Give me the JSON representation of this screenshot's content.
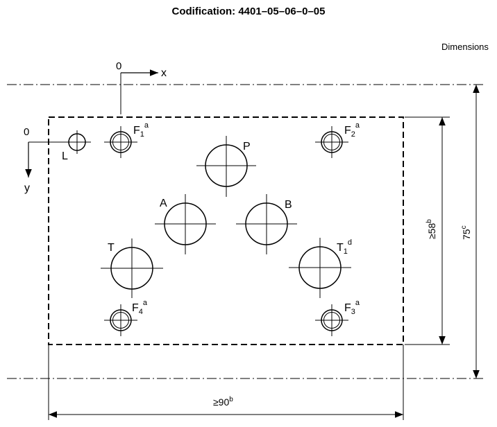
{
  "title": "Codification: 4401–05–06–0–05",
  "dimensions_label": "Dimensions",
  "axes": {
    "origin_x": "0",
    "x": "x",
    "origin_y": "0",
    "y": "y"
  },
  "ports": {
    "L": "L",
    "P": "P",
    "A": "A",
    "B": "B",
    "T": "T",
    "F1": "F",
    "F1_sub": "1",
    "F1_sup": "a",
    "F2": "F",
    "F2_sub": "2",
    "F2_sup": "a",
    "F3": "F",
    "F3_sub": "3",
    "F3_sup": "a",
    "F4": "F",
    "F4_sub": "4",
    "F4_sup": "a",
    "T1": "T",
    "T1_sub": "1",
    "T1_sup": "d"
  },
  "dims": {
    "width": "≥90",
    "width_sup": "b",
    "height": "≥58",
    "height_sup": "b",
    "outer": "75",
    "outer_sup": "c"
  }
}
